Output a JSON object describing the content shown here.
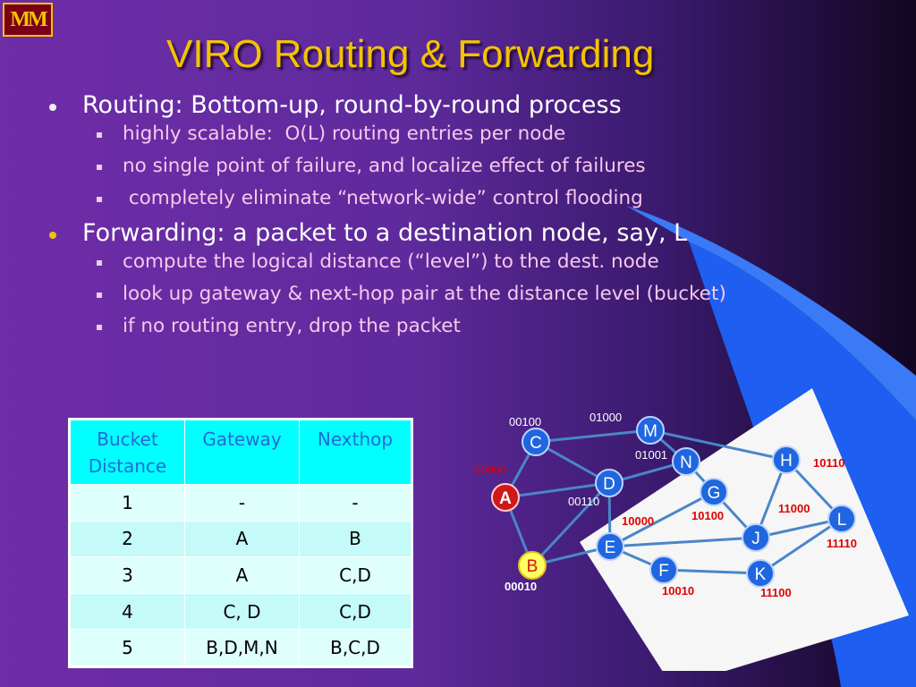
{
  "slide": {
    "logo_text": "M",
    "title": "VIRO Routing & Forwarding",
    "bullets": [
      {
        "text": "Routing: Bottom-up, round-by-round process",
        "sub": [
          "highly scalable:  O(L) routing entries per node",
          "no single point of failure, and localize effect of failures",
          " completely eliminate “network-wide” control flooding"
        ]
      },
      {
        "text": "Forwarding: a packet to a destination node, say, L",
        "sub": [
          "compute the logical distance (“level”) to the dest. node",
          "look up gateway & next-hop pair at the distance level (bucket)",
          "if no routing entry, drop the packet"
        ]
      }
    ]
  },
  "table": {
    "headers": [
      "Bucket Distance",
      "Gateway",
      "Nexthop"
    ],
    "rows": [
      [
        "1",
        "-",
        "-"
      ],
      [
        "2",
        "A",
        "B"
      ],
      [
        "3",
        "A",
        "C,D"
      ],
      [
        "4",
        "C, D",
        "C,D"
      ],
      [
        "5",
        "B,D,M,N",
        "B,C,D"
      ]
    ]
  },
  "network": {
    "nodes": {
      "A": {
        "label": "A",
        "id": "00000"
      },
      "B": {
        "label": "B",
        "id": "00010"
      },
      "C": {
        "label": "C",
        "id": "00100"
      },
      "D": {
        "label": "D",
        "id": "00110"
      },
      "E": {
        "label": "E",
        "id": "10000"
      },
      "F": {
        "label": "F",
        "id": "10010"
      },
      "G": {
        "label": "G",
        "id": "10100"
      },
      "H": {
        "label": "H",
        "id": "10110"
      },
      "J": {
        "label": "J",
        "id": "11000"
      },
      "K": {
        "label": "K",
        "id": "11100"
      },
      "L": {
        "label": "L",
        "id": "11110"
      },
      "M": {
        "label": "M",
        "id": "01000"
      },
      "N": {
        "label": "N",
        "id": "01001"
      }
    },
    "colors": {
      "node_blue": "#1f66e0",
      "node_source": "#d01818",
      "node_dest": "#ffff60",
      "id_red": "#e00000",
      "id_white": "#ffffff",
      "title_gold": "#f3c300",
      "header_cyan": "#00ffff"
    }
  }
}
